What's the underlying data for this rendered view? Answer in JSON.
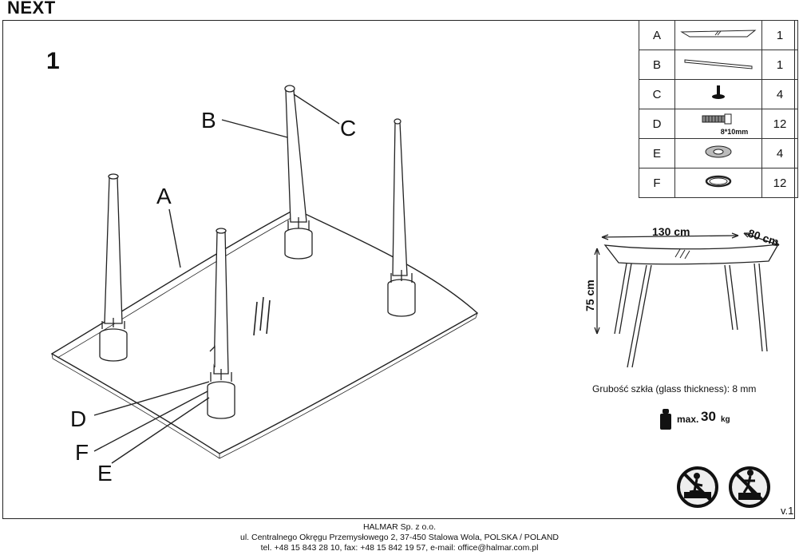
{
  "title": "NEXT",
  "step": "1",
  "callouts": {
    "a": "A",
    "b": "B",
    "c": "C",
    "d": "D",
    "e": "E",
    "f": "F"
  },
  "parts": [
    {
      "letter": "A",
      "icon": "glass-top-icon",
      "qty": "1"
    },
    {
      "letter": "B",
      "icon": "leg-icon",
      "qty": "1"
    },
    {
      "letter": "C",
      "icon": "foot-cap-icon",
      "qty": "4"
    },
    {
      "letter": "D",
      "icon": "bolt-icon",
      "qty": "12",
      "note": "8*10mm"
    },
    {
      "letter": "E",
      "icon": "washer-icon",
      "qty": "4"
    },
    {
      "letter": "F",
      "icon": "ring-icon",
      "qty": "12"
    }
  ],
  "dimensions": {
    "length": "130 cm",
    "width": "80 cm",
    "height": "75 cm"
  },
  "glass_thickness": "Grubość szkła (glass thickness): 8 mm",
  "max_load": {
    "label": "max.",
    "value": "30",
    "unit": "kg"
  },
  "warnings": [
    "no-standing-on-table-icon",
    "no-sitting-on-table-icon"
  ],
  "version": "v.1",
  "footer": {
    "company": "HALMAR Sp. z o.o.",
    "address": "ul. Centralnego Okręgu Przemysłowego 2, 37-450 Stalowa Wola, POLSKA / POLAND",
    "contact": "tel. +48 15 843 28 10, fax: +48 15 842 19 57, e-mail: office@halmar.com.pl"
  }
}
